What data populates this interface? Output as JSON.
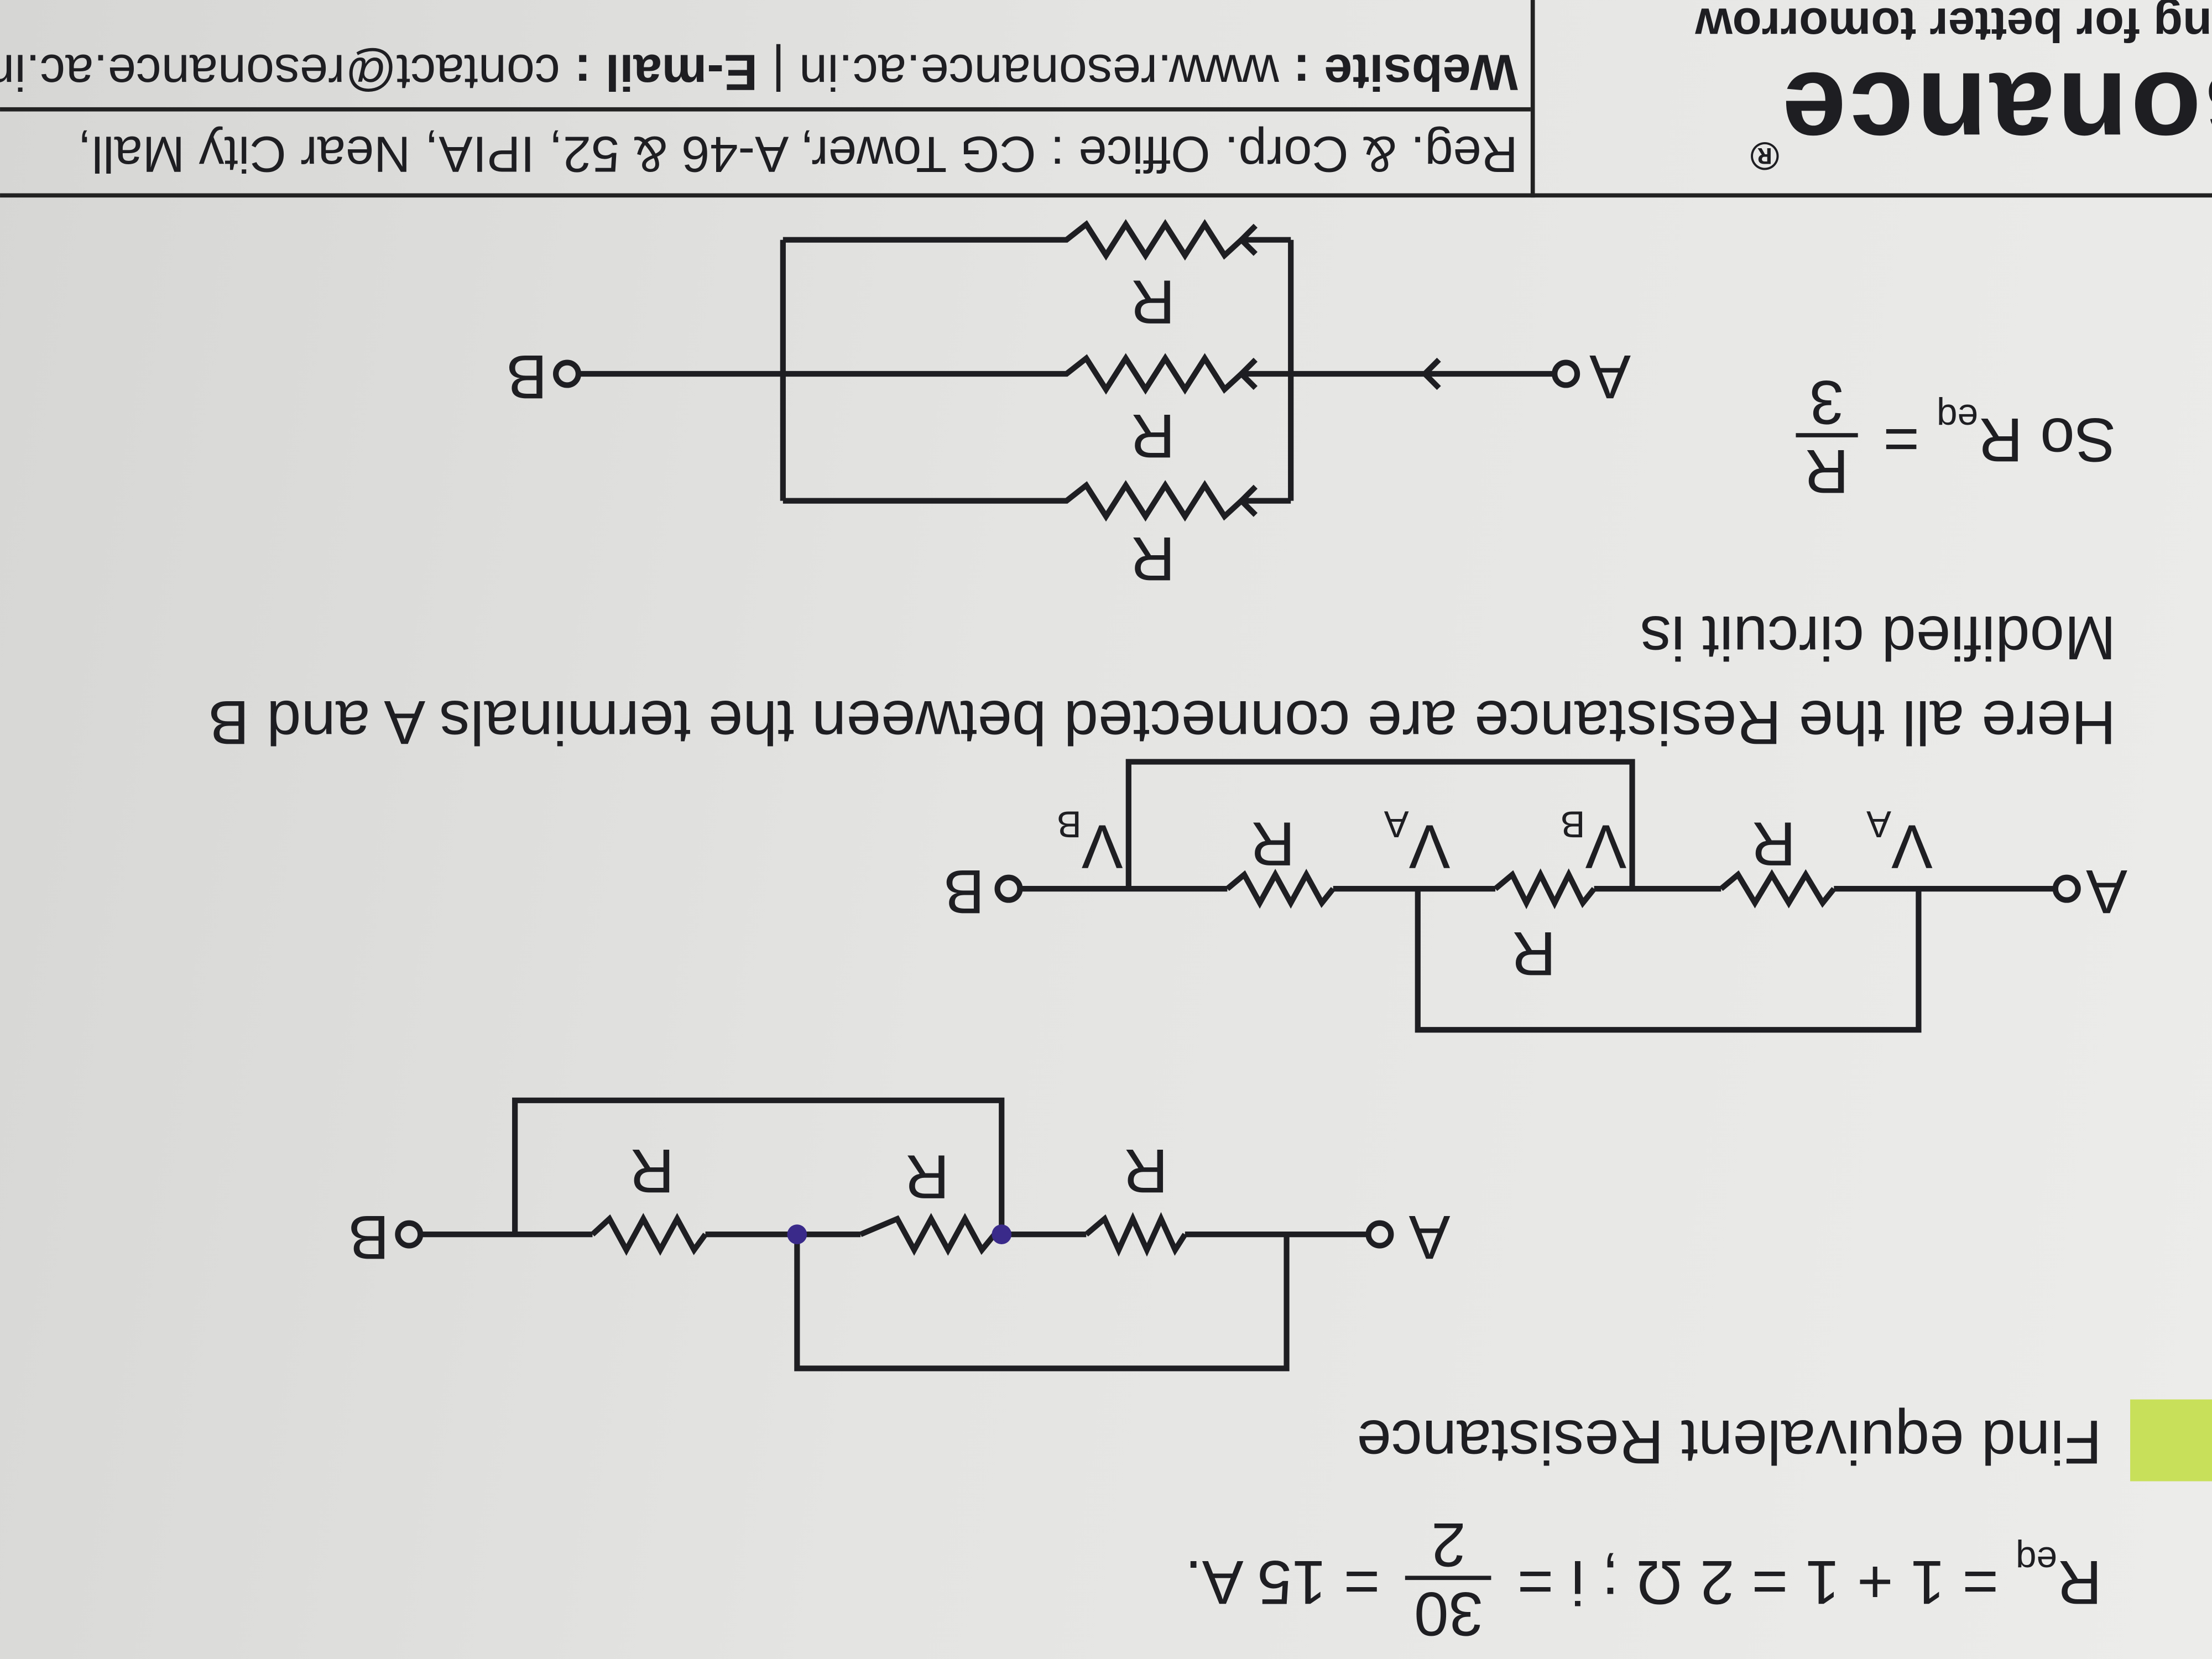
{
  "content": {
    "req_line": {
      "prefix": "R",
      "sub": "eq",
      "expr": " = 1 + 1 = 2 Ω ;  i = ",
      "num": "30",
      "den": "2",
      "suffix": " = 15 A."
    },
    "question": "Find equivalent Resistance",
    "circuit1": {
      "terminal_a": "A",
      "terminal_b": "B",
      "resistor_labels": [
        "R",
        "R",
        "R"
      ]
    },
    "circuit2": {
      "terminal_a": "A",
      "terminal_b": "B",
      "resistor_labels": [
        "R",
        "R",
        "R"
      ],
      "node_labels": [
        "V",
        "A",
        "V",
        "B",
        "V",
        "A",
        "V",
        "B"
      ]
    },
    "explanation": "Here all the Resistance are connected between the terminals A and B",
    "modified": "Modified circuit is",
    "so_req": {
      "prefix": "So  R",
      "sub": "eq",
      "eq": " = ",
      "num": "R",
      "den": "3"
    },
    "circuit3": {
      "terminal_a": "A",
      "terminal_b": "B",
      "resistor_labels": [
        "R",
        "R",
        "R"
      ]
    }
  },
  "header": {
    "tagline": "ng for better tomorrow",
    "logo": "sonance",
    "registered": "®",
    "address": "Reg. & Corp. Office : CG Tower, A-46 & 52, IPIA, Near City Mall,",
    "website_label": "Website :",
    "website": " www.resonance.ac.in | ",
    "email_label": "E-mail :",
    "email": " contact@resonance.ac.in"
  },
  "colors": {
    "highlight": "#c8e05a",
    "junction_dot": "#3a2a8a",
    "ink": "#1e1e22"
  }
}
